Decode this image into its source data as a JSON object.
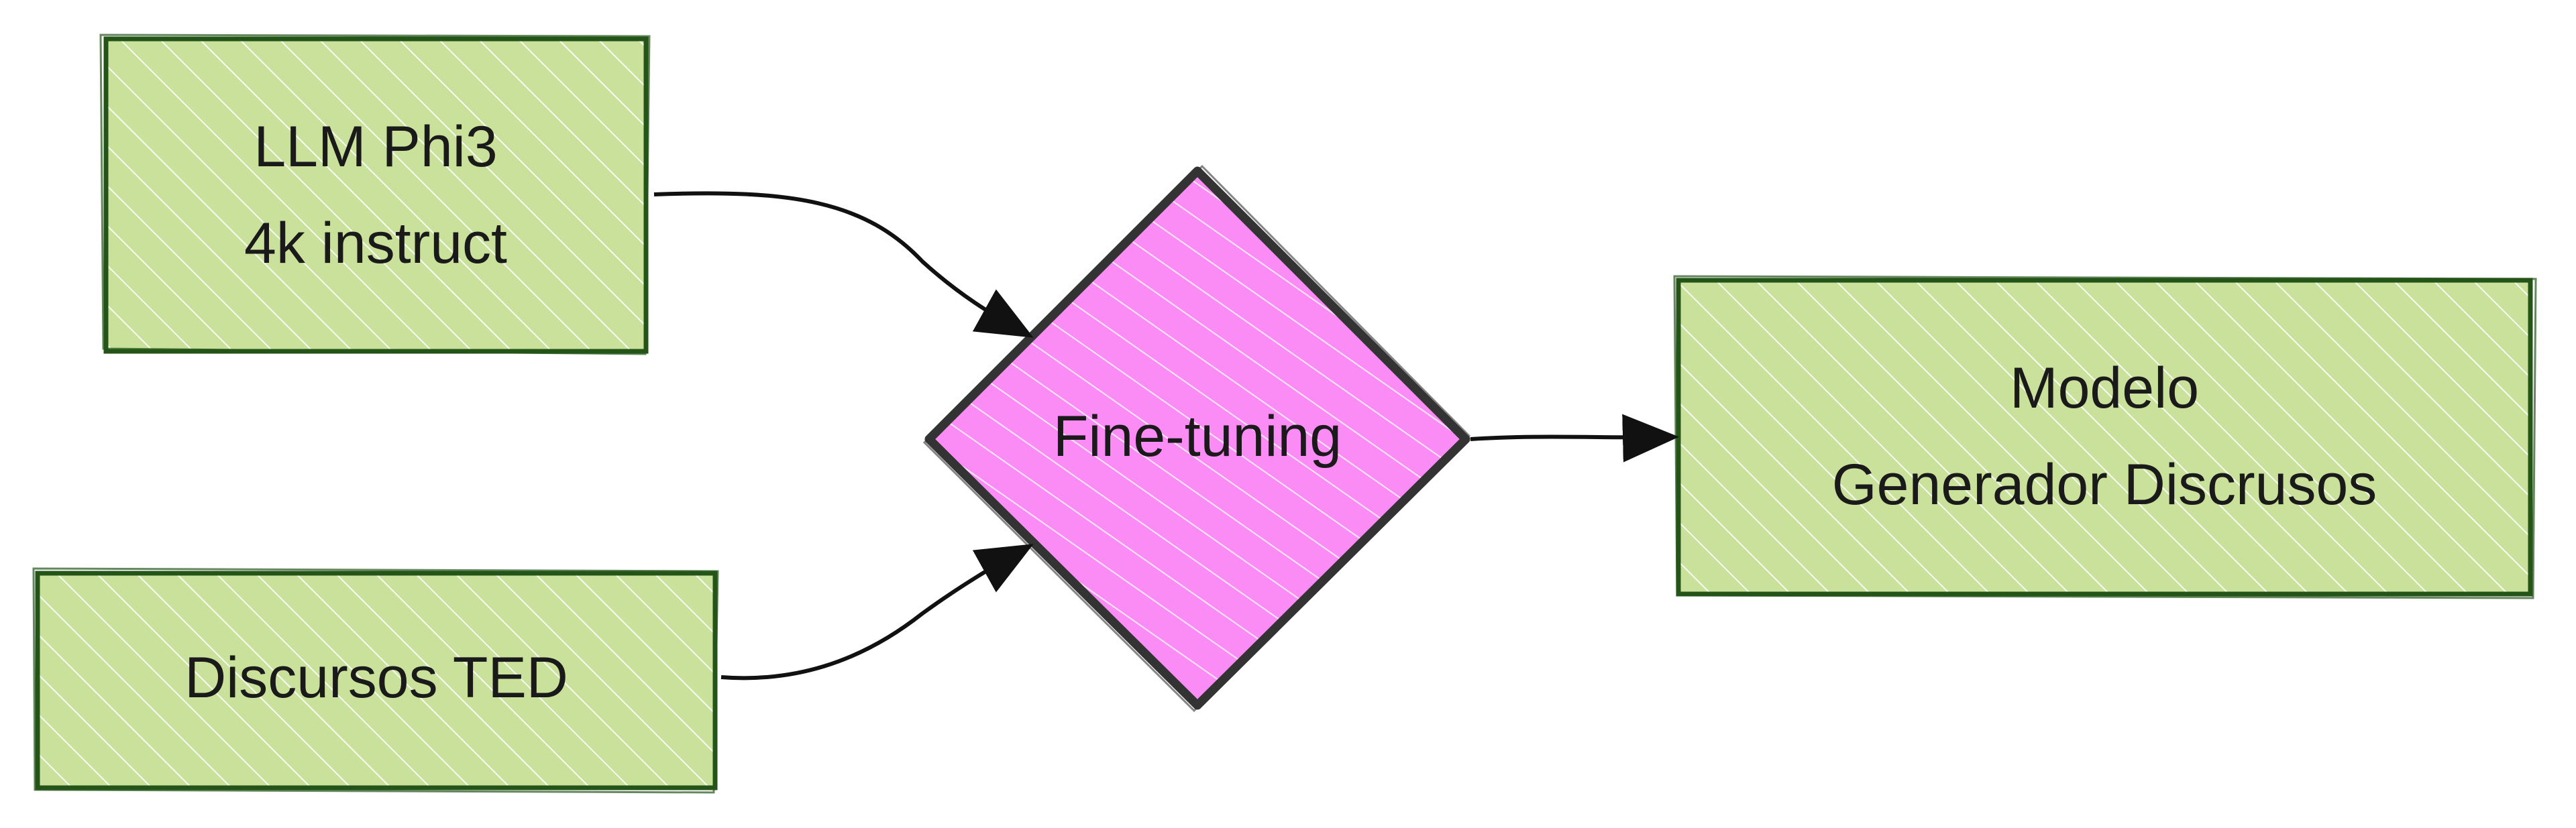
{
  "diagram": {
    "nodes": {
      "llm": {
        "line1": "LLM Phi3",
        "line2": "4k instruct"
      },
      "ted": {
        "line1": "Discursos TED"
      },
      "finetune": {
        "line1": "Fine-tuning"
      },
      "output": {
        "line1": "Modelo",
        "line2": "Generador Discrusos"
      }
    },
    "edges": [
      {
        "from": "llm",
        "to": "finetune"
      },
      {
        "from": "ted",
        "to": "finetune"
      },
      {
        "from": "finetune",
        "to": "output"
      }
    ],
    "colors": {
      "box_fill": "#c9e19a",
      "box_stroke": "#245418",
      "diamond_fill": "#fb8cf6",
      "diamond_stroke": "#333333",
      "arrow": "#111111",
      "hatch": "#ffffff"
    }
  }
}
